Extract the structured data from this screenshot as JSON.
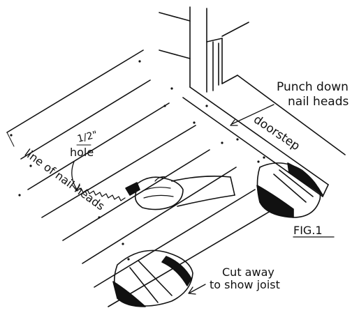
{
  "figure": {
    "labels": {
      "punch_line1": "Punch down",
      "punch_line2": "nail heads",
      "doorstep": "doorstep",
      "half": "1/2\"",
      "hole": "hole",
      "line_of_nail_heads": "line of nail heads",
      "fig": "FIG.1",
      "cut_line1": "Cut away",
      "cut_line2": "to show joist"
    },
    "ink_color": "#111111",
    "paper_color": "#ffffff"
  }
}
